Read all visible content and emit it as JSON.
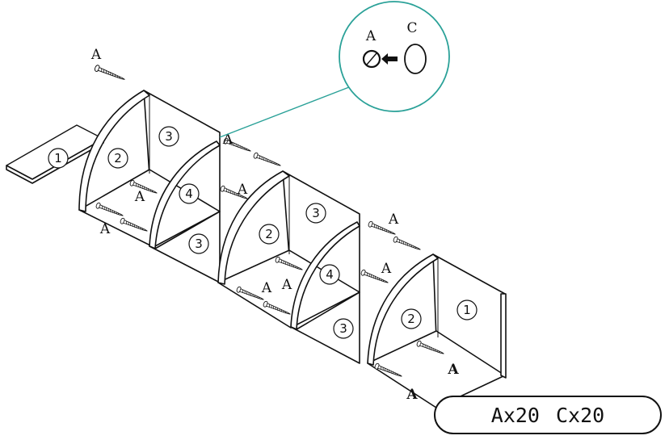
{
  "colors": {
    "line": "#111111",
    "callout": "#2aa198",
    "background": "#ffffff"
  },
  "labels": {
    "screw": "A",
    "cap": "C",
    "panel_1": "1",
    "panel_2": "2",
    "panel_3": "3",
    "panel_4": "4"
  },
  "parts_count": [
    {
      "text": "Ax20"
    },
    {
      "text": "Cx20"
    }
  ]
}
